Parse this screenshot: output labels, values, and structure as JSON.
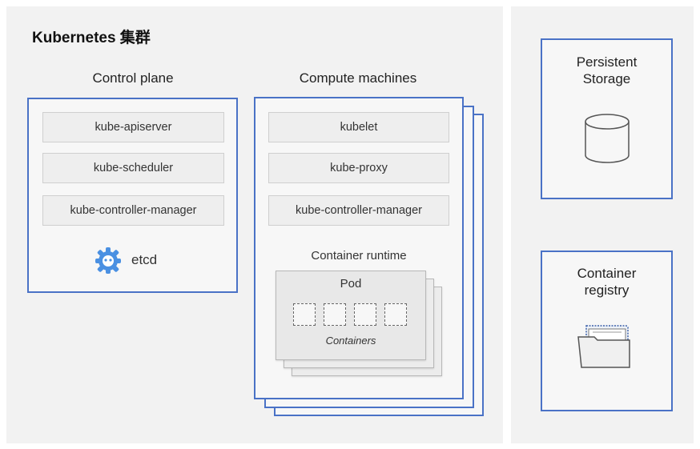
{
  "cluster": {
    "title": "Kubernetes 集群"
  },
  "control_plane": {
    "label": "Control plane",
    "components": [
      "kube-apiserver",
      "kube-scheduler",
      "kube-controller-manager"
    ],
    "etcd_label": "etcd"
  },
  "compute": {
    "label": "Compute machines",
    "components": [
      "kubelet",
      "kube-proxy",
      "kube-controller-manager"
    ],
    "runtime_label": "Container runtime",
    "pod_label": "Pod",
    "containers_label": "Containers"
  },
  "storage": {
    "label_line1": "Persistent",
    "label_line2": "Storage",
    "icon": "database-icon"
  },
  "registry": {
    "label_line1": "Container",
    "label_line2": "registry",
    "icon": "folder-icon"
  },
  "colors": {
    "accent_border": "#4a72c6",
    "etcd_icon": "#4a90e2",
    "panel_bg": "#f2f2f2"
  }
}
